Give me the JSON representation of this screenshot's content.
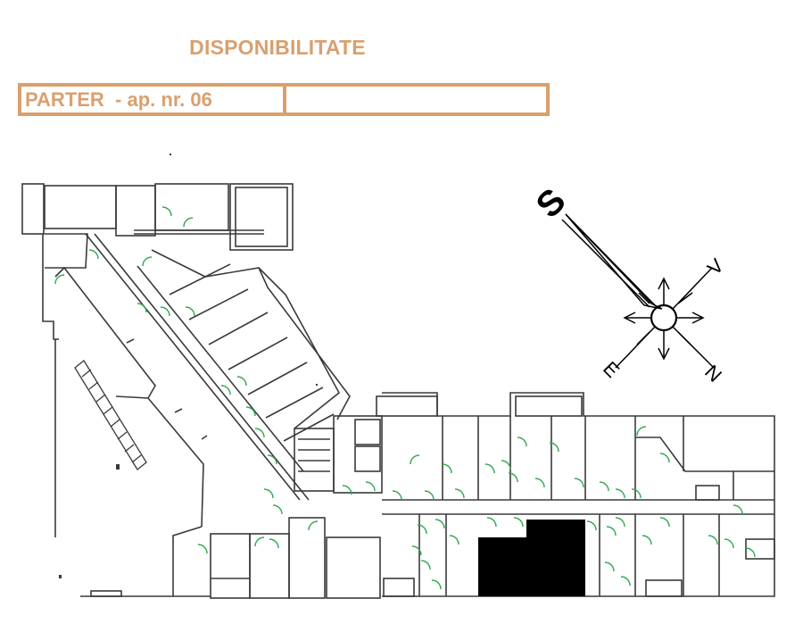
{
  "document": {
    "title": "DISPONIBILITATE",
    "unit_label": "PARTER  - ap. nr. 06",
    "unit_status": ""
  },
  "compass": {
    "labels": {
      "south": "S",
      "west": "V",
      "east": "E",
      "north": "N"
    }
  },
  "colors": {
    "accent": "#D9A06E",
    "line": "#3a3a3a",
    "door": "#2fa84f",
    "selected": "#000000"
  },
  "icons": [
    "compass-rose-icon",
    "door-swing-icon",
    "staircase-icon"
  ]
}
